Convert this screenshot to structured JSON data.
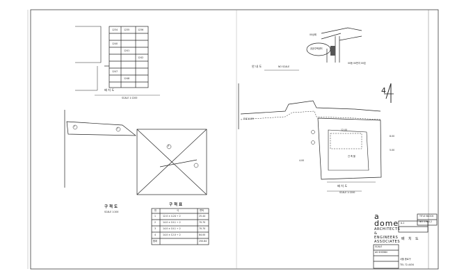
{
  "drawing": {
    "background": "#ffffff",
    "line_color": "#222222"
  },
  "views": {
    "block_plan": {
      "title": "배 치 도",
      "scale": "SCALE 1:1200"
    },
    "location_map": {
      "title": "안 내 도",
      "scale": "NO SCALE",
      "store_label": "00상회",
      "house_label": "공공주택센터",
      "caption": "00동 00번지 00호"
    },
    "site_plan": {
      "title": "배 치 도",
      "scale": "SCALE 1:1200",
      "north_mark": "4"
    },
    "survey_plan": {
      "title": "구 적 도",
      "scale": "SCALE 1:200",
      "circle_1": "1",
      "circle_2": "2",
      "circle_3": "3"
    }
  },
  "area_table": {
    "title": "구 적 표",
    "header": [
      "번",
      "식",
      "면적"
    ],
    "rows": [
      [
        "1",
        "12.0 × 4.24 ÷ 2",
        "25.44"
      ],
      [
        "2",
        "14.0 × 10.1 ÷ 2",
        "70.70"
      ],
      [
        "3",
        "14.0 × 10.1 ÷ 2",
        "70.70"
      ],
      [
        "4",
        "14.0 × 12.0 ÷ 2",
        "84.00"
      ]
    ],
    "total_label": "합계",
    "total_value": "250.84"
  },
  "title_block": {
    "logo": "dome",
    "logo_prefix": "a",
    "line1": "ARCHITECTS",
    "line2": "&",
    "line3": "ENGINEERS",
    "line4": "ASSOCIATES",
    "project_label": "TITLE BLOCK",
    "project_code": "NO. 1980-2",
    "drawing_no": "A-1",
    "scale_label": "SCALE",
    "scale_value": "AS SHOWN",
    "hangul_1": "배",
    "hangul_2": "치",
    "hangul_3": "도",
    "address": "서울 종로구",
    "phone": "TEL 72-4434"
  }
}
